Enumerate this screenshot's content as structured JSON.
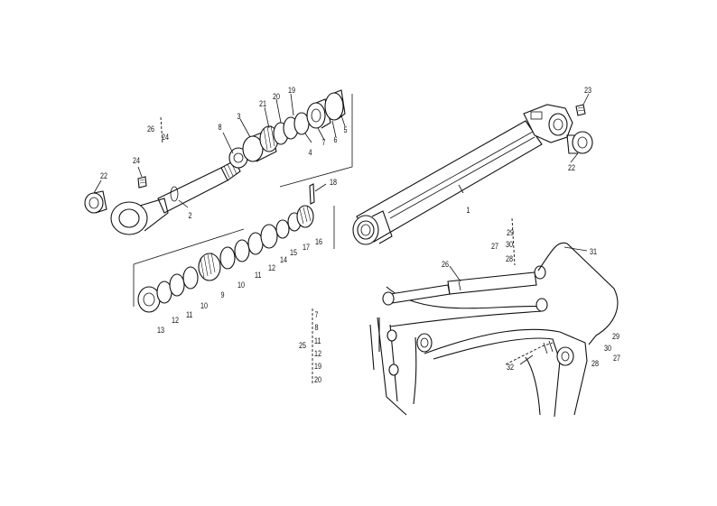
{
  "callouts": {
    "c1": "1",
    "c2": "2",
    "c3": "3",
    "c4": "4",
    "c5": "5",
    "c6": "6",
    "c7": "7",
    "c8": "8",
    "c9": "9",
    "c10": "10",
    "c11": "11",
    "c12": "12",
    "c13": "13",
    "c14": "14",
    "c15": "15",
    "c16": "16",
    "c17": "17",
    "c18": "18",
    "c19": "19",
    "c20": "20",
    "c21": "21",
    "c22a": "22",
    "c22b": "22",
    "c23": "23",
    "c24": "24",
    "c26_hose": "26",
    "c10b": "10",
    "c11b": "11",
    "c12b": "12"
  },
  "groups": {
    "g26_24": {
      "main": "26",
      "items": [
        "24"
      ]
    },
    "g25": {
      "main": "25",
      "items": [
        "7",
        "8",
        "11",
        "12",
        "19",
        "20"
      ]
    },
    "g27_top": {
      "main": "27",
      "items": [
        "29",
        "30",
        "28"
      ]
    },
    "g27_bottom": {
      "items": [
        "29",
        "30",
        "28",
        "27"
      ]
    }
  },
  "labels": {
    "l31": "31",
    "l32": "32"
  }
}
